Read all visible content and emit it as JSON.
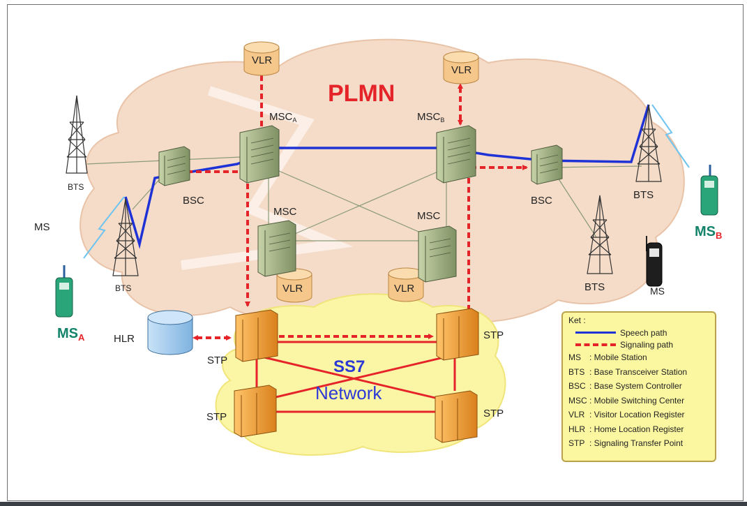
{
  "title": "PLMN",
  "network_label": "SS7",
  "network_label_2": "Network",
  "nodes": {
    "vlr_top_a": "VLR",
    "vlr_top_b": "VLR",
    "vlr_bottom_a": "VLR",
    "vlr_bottom_b": "VLR",
    "msc_a": "MSC",
    "msc_a_sub": "A",
    "msc_b": "MSC",
    "msc_b_sub": "B",
    "msc_mid_left": "MSC",
    "msc_mid_right": "MSC",
    "bsc_left": "BSC",
    "bsc_right": "BSC",
    "bts_top_left": "BTS",
    "bts_bottom_left": "BTS",
    "bts_top_right": "BTS",
    "bts_bottom_right": "BTS",
    "ms_left": "MS",
    "ms_right": "MS",
    "ms_a": "MS",
    "ms_a_sub": "A",
    "ms_b": "MS",
    "ms_b_sub": "B",
    "hlr": "HLR",
    "stp_top_left": "STP",
    "stp_top_right": "STP",
    "stp_bottom_left": "STP",
    "stp_bottom_right": "STP"
  },
  "legend": {
    "title": "Ket :",
    "speech": "Speech path",
    "signaling": "Signaling path",
    "items": [
      {
        "abbr": "MS",
        "desc": ": Mobile Station"
      },
      {
        "abbr": "BTS",
        "desc": ": Base Transceiver Station"
      },
      {
        "abbr": "BSC",
        "desc": ": Base System Controller"
      },
      {
        "abbr": "MSC",
        "desc": ": Mobile Switching Center"
      },
      {
        "abbr": "VLR",
        "desc": ": Visitor Location Register"
      },
      {
        "abbr": "HLR",
        "desc": ": Home Location Register"
      },
      {
        "abbr": "STP",
        "desc": ": Signaling Transfer Point"
      }
    ]
  },
  "colors": {
    "speech_path": "#1f32d6",
    "signaling_path": "#e5242a",
    "plmn_cloud": "#f5dcc9",
    "ss7_cloud": "#fbf5a6",
    "msc_box": "#a9b98c",
    "stp_box": "#f2a33a",
    "vlr": "#f6c78a",
    "hlr": "#9cc8ec",
    "phone": "#2aa57a",
    "title_red": "#e5242a",
    "ss7_blue": "#2d39d6"
  }
}
